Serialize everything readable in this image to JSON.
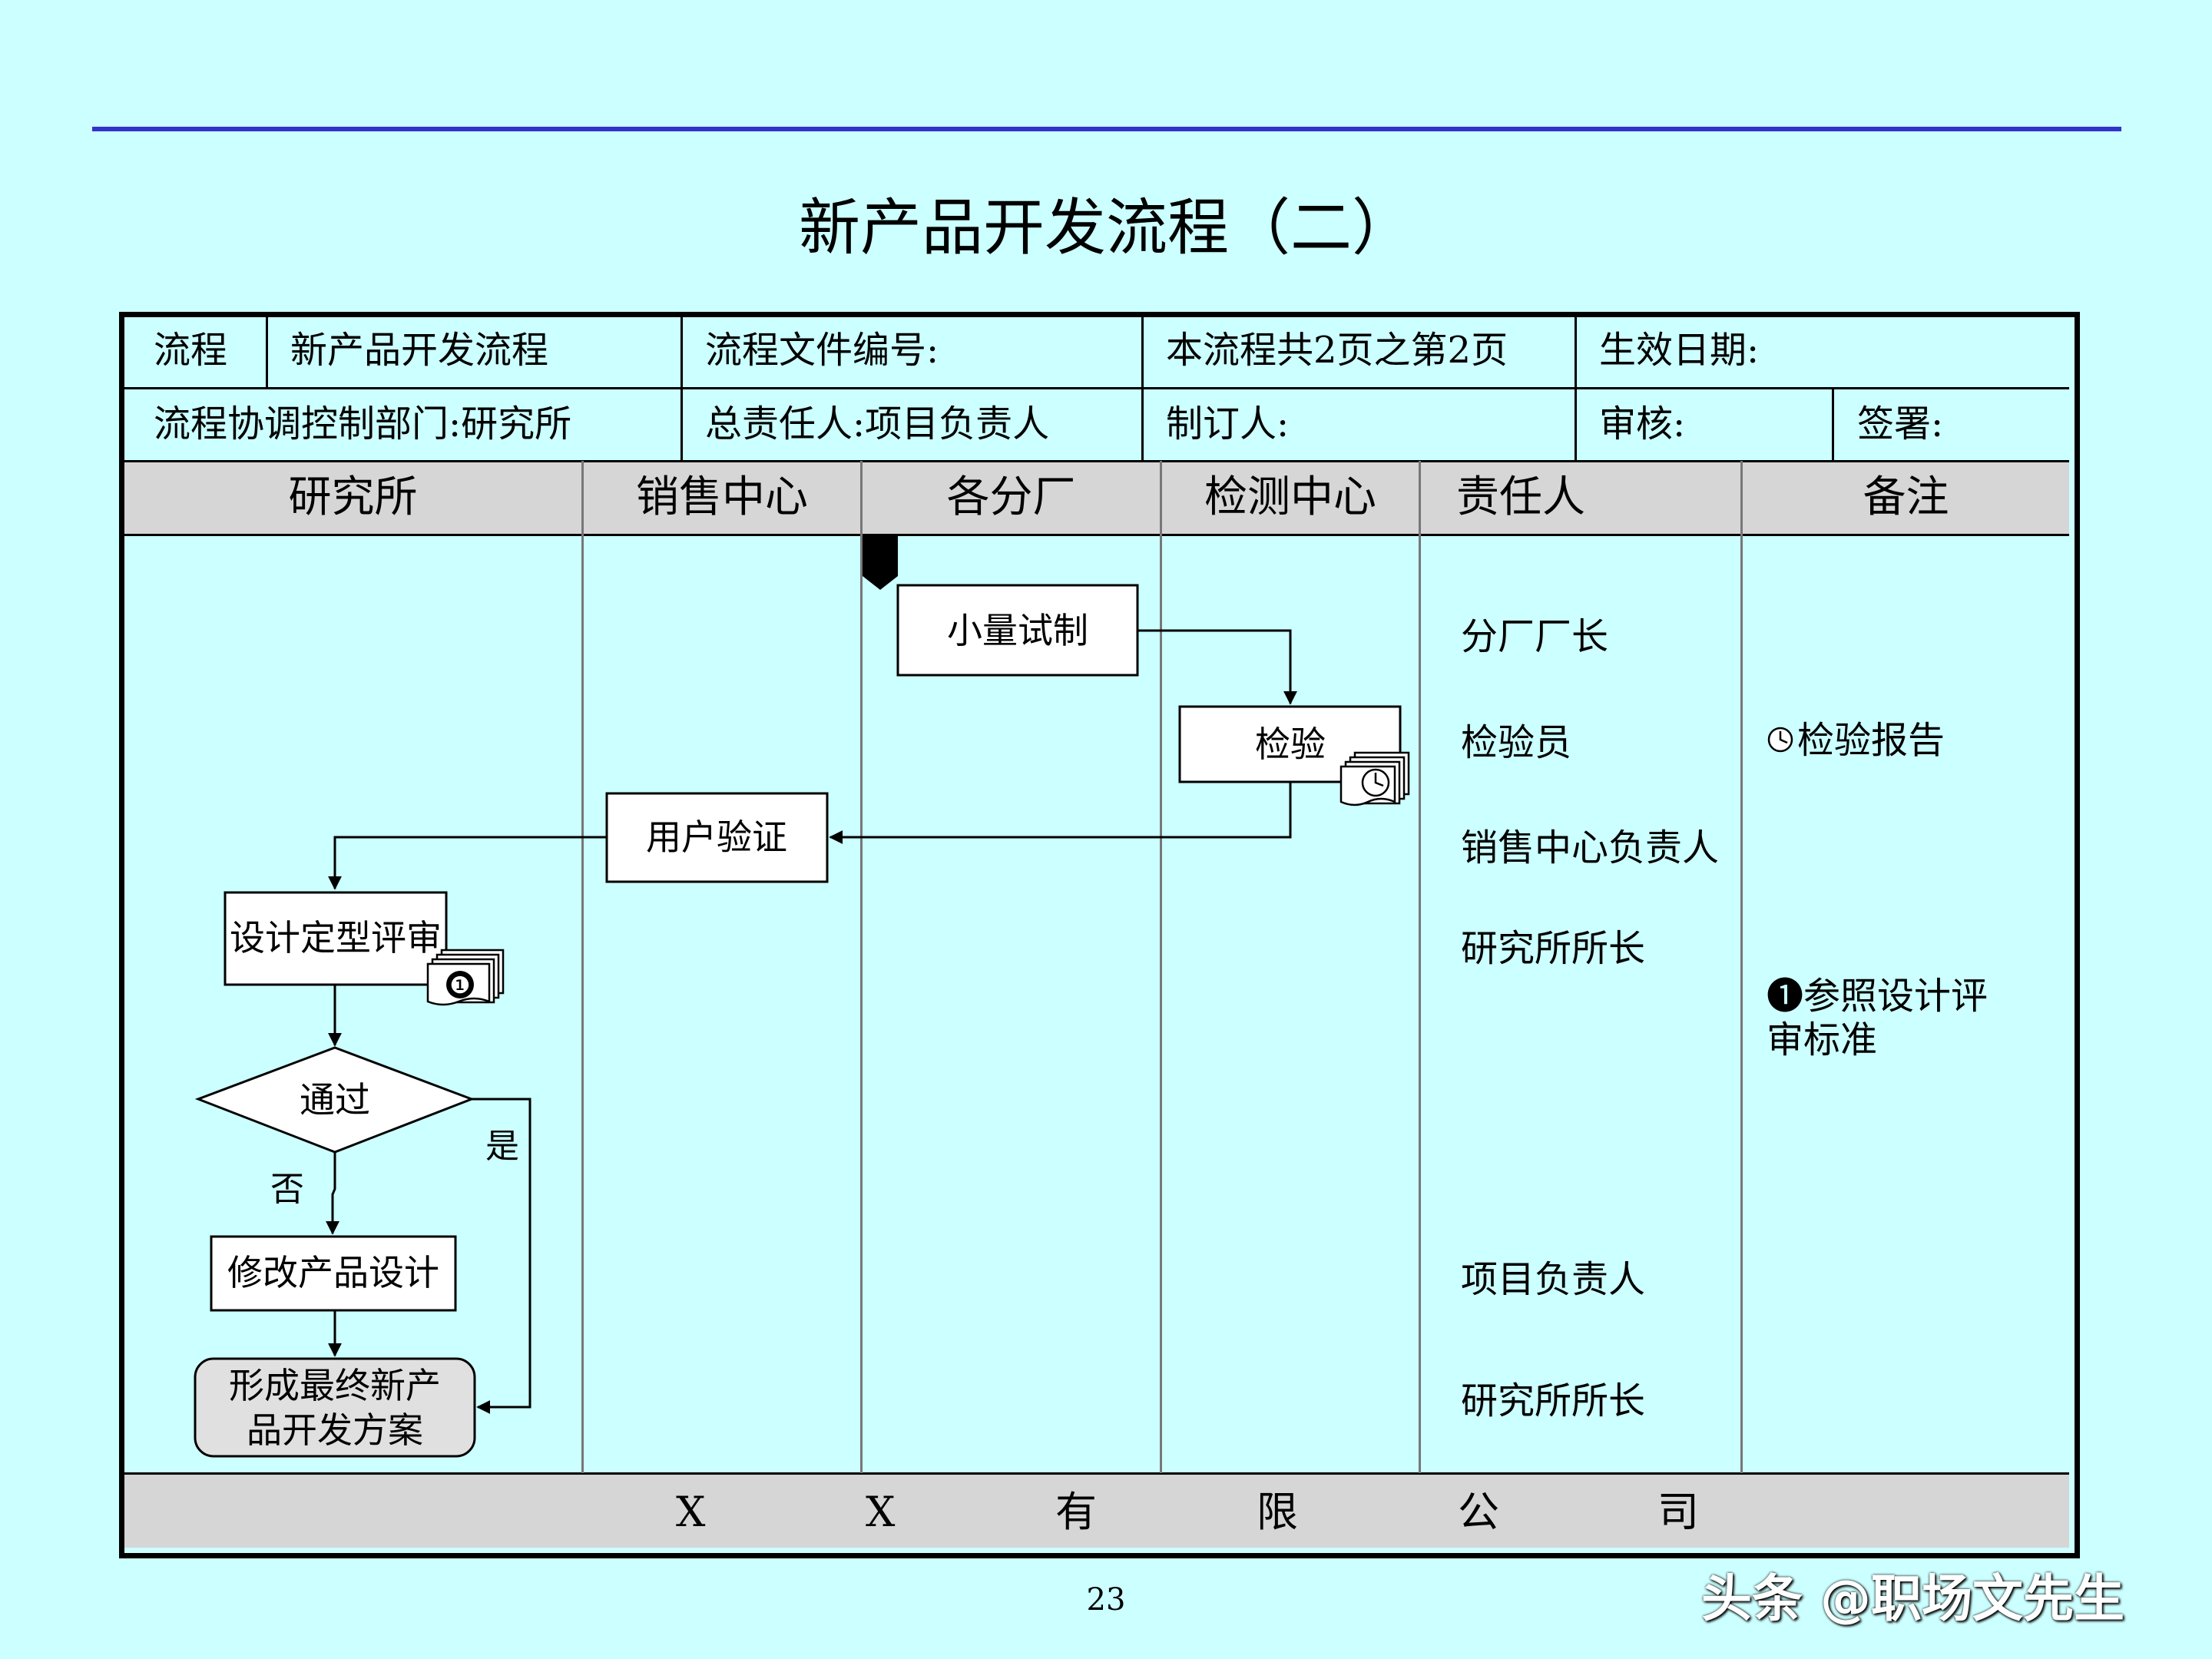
{
  "title": "新产品开发流程（二）",
  "info": {
    "r1c1": "流程",
    "r1c2": "新产品开发流程",
    "r1c3": "流程文件编号:",
    "r1c4": "本流程共2页之第2页",
    "r1c5": "生效日期:",
    "r2c1": "流程协调控制部门:研究所",
    "r2c2": "总责任人:项目负责人",
    "r2c3": "制订人:",
    "r2c4": "审核:",
    "r2c5": "签署:"
  },
  "lanes": [
    "研究所",
    "销售中心",
    "各分厂",
    "检测中心",
    "责任人",
    "备注"
  ],
  "nodes": {
    "trial": "小量试制",
    "inspect": "检验",
    "user_verify": "用户验证",
    "design_review": "设计定型评审",
    "pass": "通过",
    "modify": "修改产品设计",
    "final_1": "形成最终新产",
    "final_2": "品开发方案"
  },
  "branches": {
    "yes": "是",
    "no": "否"
  },
  "marker_number": "❶",
  "responsible": [
    "分厂厂长",
    "检验员",
    "销售中心负责人",
    "研究所所长",
    "项目负责人",
    "研究所所长"
  ],
  "remarks": {
    "report": "检验报告",
    "ref_1": "❶参照设计评",
    "ref_2": "审标准"
  },
  "footer": [
    "X",
    "X",
    "有",
    "限",
    "公",
    "司"
  ],
  "page_number": "23",
  "watermark": "头条 @职场文先生",
  "colors": {
    "background": "#ccffff",
    "rule": "#3333cc",
    "band": "#d6d6d6",
    "terminal": "#e0e0e0"
  }
}
